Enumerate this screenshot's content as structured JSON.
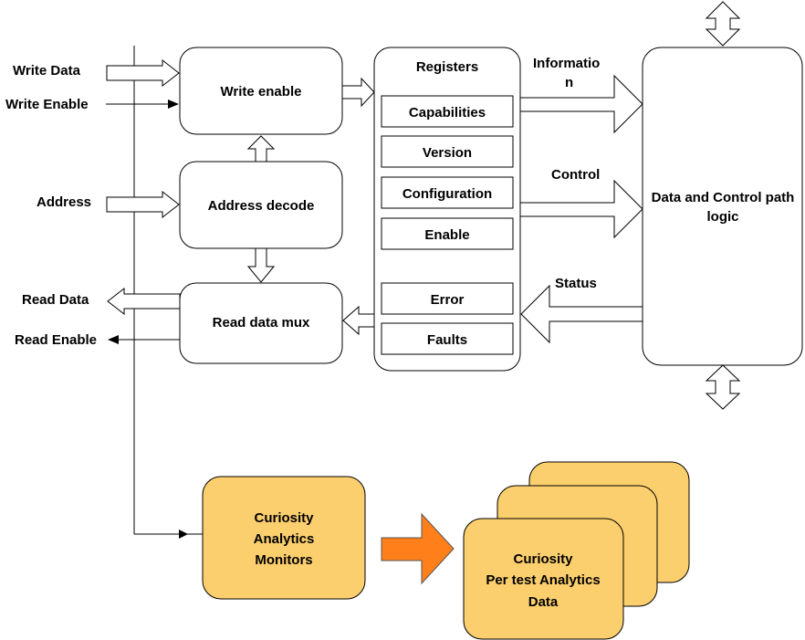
{
  "inputs": {
    "write_data": "Write Data",
    "write_enable": "Write Enable",
    "address": "Address",
    "read_data": "Read Data",
    "read_enable": "Read Enable"
  },
  "blocks": {
    "write_enable": "Write enable",
    "address_decode": "Address decode",
    "read_data_mux": "Read data mux",
    "registers_title": "Registers",
    "data_control": [
      "Data and Control path",
      "logic"
    ]
  },
  "registers": [
    "Capabilities",
    "Version",
    "Configuration",
    "Enable",
    "Error",
    "Faults"
  ],
  "signals": {
    "information": [
      "Informatio",
      "n"
    ],
    "control": "Control",
    "status": "Status"
  },
  "analytics": {
    "monitors": [
      "Curiosity",
      "Analytics",
      "Monitors"
    ],
    "data": [
      "Curiosity",
      "Per test Analytics",
      "Data"
    ]
  },
  "colors": {
    "orange_box": "#fccf6e",
    "orange_arrow": "#ff7f1a"
  }
}
